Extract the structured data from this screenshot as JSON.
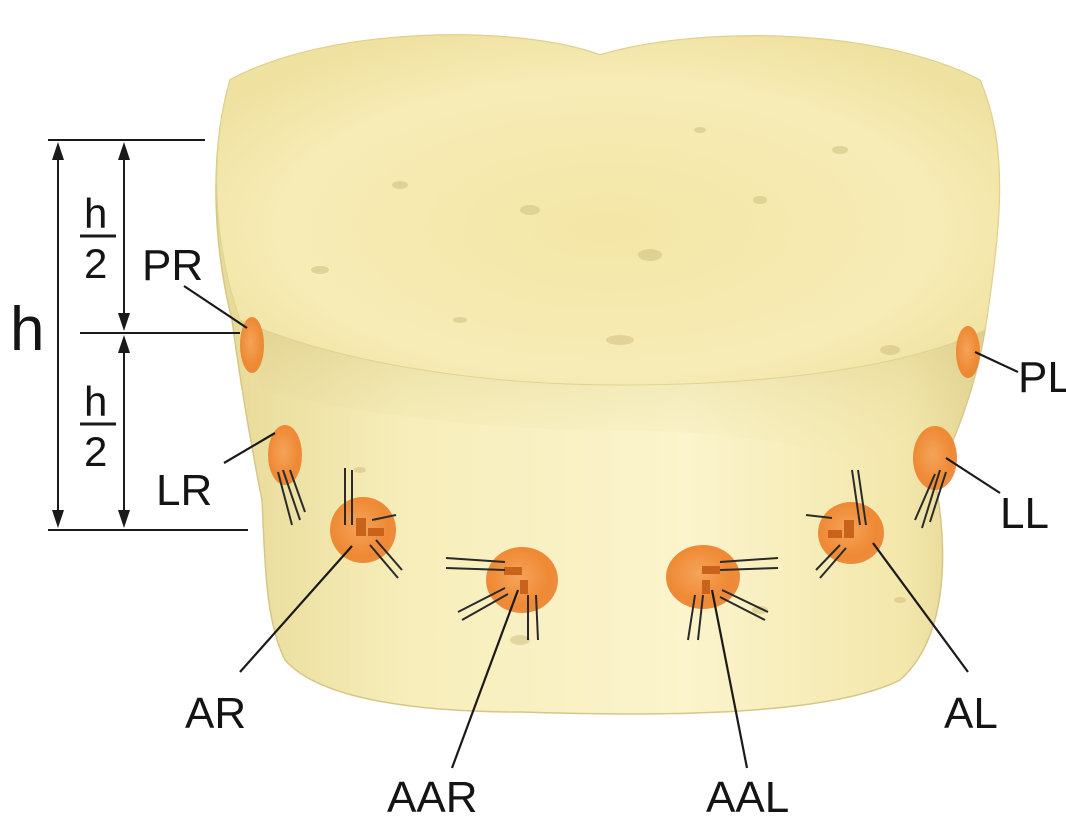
{
  "dimensions": {
    "full_height_symbol": "h",
    "half_upper": {
      "numerator": "h",
      "denominator": "2"
    },
    "half_lower": {
      "numerator": "h",
      "denominator": "2"
    }
  },
  "sensor_labels": {
    "PR": "PR",
    "PL": "PL",
    "LR": "LR",
    "LL": "LL",
    "AR": "AR",
    "AL": "AL",
    "AAR": "AAR",
    "AAL": "AAL"
  },
  "colors": {
    "bone": "#f6ecb2",
    "bone_shadow": "#e4d590",
    "sensor": "#f08a2a",
    "sensor_glow": "#f7b36a",
    "ink": "#141414"
  }
}
